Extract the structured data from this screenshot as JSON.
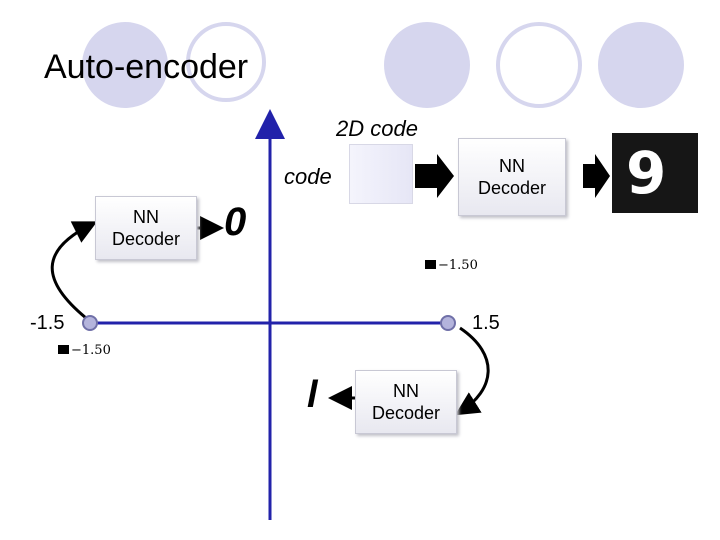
{
  "title": "Auto-encoder",
  "code_label": "2D code",
  "code_input_label": "code",
  "decoder_top_label": "NN\nDecoder",
  "decoder_left_label": "NN\nDecoder",
  "decoder_bottom_label": "NN\nDecoder",
  "axis_neg_label": "-1.5",
  "axis_pos_label": "1.5",
  "point_top_label": "−1.50",
  "point_left_label": "−1.50",
  "digit_output": "9",
  "digit_left": "0",
  "digit_bottom": "l",
  "colors": {
    "axis": "#2222aa",
    "bg_circle_fill": "#d6d6ee",
    "bg_circle_ring": "#d6d6ee",
    "point_fill": "#b4b4dc",
    "point_stroke": "#7070a8"
  }
}
